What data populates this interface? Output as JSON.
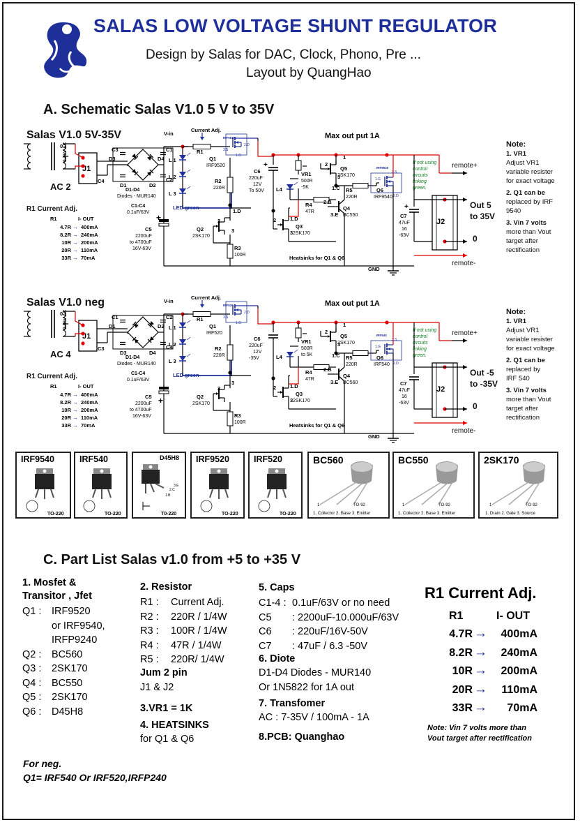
{
  "header": {
    "title": "SALAS LOW VOLTAGE SHUNT REGULATOR",
    "subtitle": "Design by Salas for DAC, Clock, Phono, Pre ...",
    "layout_by": "Layout by QuangHao"
  },
  "section_a": {
    "title": "A. Schematic Salas V1.0 5 V to 35V"
  },
  "schem_pos": {
    "title": "Salas V1.0 5V-35V",
    "vin": "V-in",
    "current_adj": "Current Adj.",
    "max_out": "Max out put 1A",
    "ac": "AC 2",
    "ac_label": "9-35V AC",
    "transformer_tap": "0",
    "j1": "J1",
    "j2": "J2",
    "caps": [
      "C3",
      "C4",
      "C1",
      "C2"
    ],
    "diodes": [
      "D3",
      "D1",
      "D4",
      "D2"
    ],
    "bridge_note": [
      "D1-D4",
      "Diodes - MUR140"
    ],
    "cap_note": [
      "C1-C4",
      "0.1uF/63V"
    ],
    "c5": [
      "C5",
      "2200uF",
      "to 4700uF",
      "16V-63V"
    ],
    "leds": [
      "L 1",
      "L 2",
      "L 3"
    ],
    "led_note": "LED green",
    "r1": "R1",
    "q1": [
      "Q1",
      "IRF9520"
    ],
    "q1_pins": [
      "IRF9520",
      "3.S",
      "2.D",
      "1.G"
    ],
    "r2": [
      "R2",
      "220R"
    ],
    "q2": [
      "Q2",
      "2SK170"
    ],
    "q2_pins": [
      "2",
      "1.D",
      "3"
    ],
    "r3": [
      "R3",
      "100R"
    ],
    "c6": [
      "C6",
      "220uF",
      "12V",
      "To 50V"
    ],
    "vr1": [
      "VR1",
      "500R",
      "-5K"
    ],
    "l4": "L4",
    "q5": [
      "Q5",
      "2SK170"
    ],
    "q5_pins": [
      "1",
      "2",
      "3",
      "1.C"
    ],
    "r5": [
      "R5",
      "220R"
    ],
    "r4": [
      "R4",
      "47R"
    ],
    "q4": [
      "Q4",
      "BC550"
    ],
    "q4_pins": [
      "2.B",
      "3.E"
    ],
    "q3": [
      "Q3",
      "2SK170"
    ],
    "q3_pins": [
      "1.D",
      "2",
      "3"
    ],
    "q6": [
      "Q6",
      "IRF9540"
    ],
    "q6_pins": [
      "IRF9540",
      "3.S",
      "1.G",
      "2.D"
    ],
    "green_note": [
      "If not using",
      "control",
      "circuits",
      "linking",
      "green."
    ],
    "c7": [
      "C7",
      "47uF",
      "16",
      "-63V"
    ],
    "remote_plus": "remote+",
    "remote_minus": "remote-",
    "out": [
      "Out 5",
      "to 35V"
    ],
    "zero": "0",
    "gnd": "GND",
    "heatsinks": "Heatsinks for Q1 & Q6",
    "r1_table_title": "R1 Current Adj.",
    "r1_table_head": [
      "R1",
      "I- OUT"
    ],
    "r1_table": [
      [
        "4.7R",
        "400mA"
      ],
      [
        "8.2R",
        "240mA"
      ],
      [
        "10R",
        "200mA"
      ],
      [
        "20R",
        "110mA"
      ],
      [
        "33R",
        "70mA"
      ]
    ],
    "note": [
      "Note:",
      "1. VR1",
      "Adjust VR1",
      "variable resister",
      "for exact voltage",
      "2. Q1 can be",
      "replaced by IRF",
      "9540",
      "3. Vin 7 volts",
      "more than Vout",
      "target after",
      "rectification"
    ]
  },
  "schem_neg": {
    "title": "Salas V1.0 neg",
    "vin": "V-in",
    "current_adj": "Current Adj.",
    "max_out": "Max out put 1A",
    "ac": "AC 4",
    "ac_label": "9-35V AC",
    "transformer_tap": "0",
    "j1": "J1",
    "j2": "J2",
    "caps": [
      "C1",
      "C3",
      "C2",
      "C4"
    ],
    "diodes": [
      "D1",
      "D3",
      "D2",
      "D4"
    ],
    "bridge_note": [
      "D1-D4",
      "Diodes - MUR140"
    ],
    "cap_note": [
      "C1-C4",
      "0.1uF/63V"
    ],
    "c5": [
      "C5",
      "2200uF",
      "to 4700uF",
      "16V-63V"
    ],
    "leds": [
      "L 1",
      "L 2",
      "L 3"
    ],
    "led_note": "LED green",
    "r1": "R1",
    "q1": [
      "Q1",
      "IRF520"
    ],
    "q1_pins": [
      "IRF520",
      "3.S",
      "2.D",
      "1.G"
    ],
    "r2": [
      "R2",
      "220R"
    ],
    "q2": [
      "Q2",
      "2SK170"
    ],
    "q2_pins": [
      "2",
      "3"
    ],
    "r3": [
      "R3",
      "100R"
    ],
    "c6": [
      "C6",
      "220uF",
      "12V",
      "-35V"
    ],
    "vr1": [
      "VR1",
      "500R",
      "to 5K"
    ],
    "l4": "L4",
    "q5": [
      "Q5",
      "2SK170"
    ],
    "q5_pins": [
      "1",
      "2",
      "3",
      "1.C"
    ],
    "r5": [
      "R5",
      "220R"
    ],
    "r4": [
      "R4",
      "47R"
    ],
    "q4": [
      "Q4",
      "BC560"
    ],
    "q4_pins": [
      "2.B",
      "3.E"
    ],
    "q3": [
      "Q3",
      "2SK170"
    ],
    "q3_pins": [
      "1.D",
      "2",
      "3"
    ],
    "q6": [
      "Q6",
      "IRF540"
    ],
    "q6_pins": [
      "IRF540",
      "3.S",
      "1.G",
      "2.D"
    ],
    "green_note": [
      "If not using",
      "control",
      "circuits",
      "linking",
      "green."
    ],
    "c7": [
      "C7",
      "47uF",
      "16",
      "-63V"
    ],
    "remote_plus": "remote+",
    "remote_minus": "remote-",
    "out": [
      "Out -5",
      "to -35V"
    ],
    "zero": "0",
    "gnd": "GND",
    "heatsinks": "Heatsinks for Q1 & Q6",
    "r1_table_title": "R1 Current Adj.",
    "r1_table_head": [
      "R1",
      "I- OUT"
    ],
    "r1_table": [
      [
        "4.7R",
        "400mA"
      ],
      [
        "8.2R",
        "240mA"
      ],
      [
        "10R",
        "200mA"
      ],
      [
        "20R",
        "110mA"
      ],
      [
        "33R",
        "70mA"
      ]
    ],
    "note": [
      "Note:",
      "1. VR1",
      "Adjust VR1",
      "variable resister",
      "for exact voltage",
      "2. Q1 can be",
      "replaced by",
      "IRF 540",
      "3. Vin 7 volts",
      "more than Vout",
      "target after",
      "rectification"
    ]
  },
  "packages": [
    {
      "name": "IRF9540",
      "case": "TO-220"
    },
    {
      "name": "IRF540",
      "case": "TO-220"
    },
    {
      "name": "D45H8",
      "case": "T0-220",
      "pins": [
        "3.E",
        "2.C",
        "1.B"
      ]
    },
    {
      "name": "IRF9520",
      "case": "TO-220"
    },
    {
      "name": "IRF520",
      "case": "TO-220"
    }
  ],
  "to92": [
    {
      "name": "BC560",
      "case": "TO-92",
      "pins": "1. Collector  2. Base  3. Emitter"
    },
    {
      "name": "BC550",
      "case": "TO-92",
      "pins": "1. Collector  2. Base  3. Emitter"
    },
    {
      "name": "2SK170",
      "case": "TO-92",
      "pins": "1. Drain  2. Gate  3. Source"
    }
  ],
  "part_list": {
    "title": "C. Part List  Salas v1.0 from +5 to +35 V",
    "col1_head": [
      "1. Mosfet &",
      "Transitor , Jfet"
    ],
    "col1": [
      [
        "Q1 :",
        "IRF9520"
      ],
      [
        "",
        "or IRF9540,"
      ],
      [
        "",
        "IRFP9240"
      ],
      [
        "Q2 :",
        "BC560"
      ],
      [
        "Q3 :",
        "2SK170"
      ],
      [
        "Q4 :",
        "BC550"
      ],
      [
        "Q5 :",
        "2SK170"
      ],
      [
        "Q6 :",
        "D45H8"
      ]
    ],
    "col2_head": "2. Resistor",
    "col2": [
      [
        "R1 :",
        "Current Adj."
      ],
      [
        "R2 :",
        "220R / 1/4W"
      ],
      [
        "R3 :",
        "100R / 1/4W"
      ],
      [
        "R4 :",
        "47R / 1/4W"
      ],
      [
        "R5 :",
        "220R/ 1/4W"
      ]
    ],
    "jum_head": "Jum 2 pin",
    "jum": "J1 & J2",
    "vr1": "3.VR1 = 1K",
    "heat_head": "4. HEATSINKS",
    "heat": "for Q1 & Q6",
    "col3_head": "5. Caps",
    "col3": [
      [
        "C1-4 :",
        "0.1uF/63V or no need"
      ],
      [
        "C5",
        ":  2200uF-10.000uF/63V"
      ],
      [
        "C6",
        ":  220uF/16V-50V"
      ],
      [
        "C7",
        ":  47uF / 6.3 -50V"
      ]
    ],
    "diode_head": "6. Diote",
    "diode": [
      "D1-D4 Diodes - MUR140",
      "Or 1N5822 for 1A out"
    ],
    "trans_head": "7. Transfomer",
    "trans": "AC : 7-35V / 100mA - 1A",
    "pcb": "8.PCB: Quanghao",
    "neg_head": "For neg.",
    "neg": "Q1= IRF540 Or IRF520,IRFP240"
  },
  "r1_big": {
    "title": "R1 Current Adj.",
    "head": [
      "R1",
      "I- OUT"
    ],
    "rows": [
      [
        "4.7R",
        "400mA"
      ],
      [
        "8.2R",
        "240mA"
      ],
      [
        "10R",
        "200mA"
      ],
      [
        "20R",
        "110mA"
      ],
      [
        "33R",
        "70mA"
      ]
    ],
    "note": [
      "Note: Vin 7 volts more than",
      "Vout target after rectification"
    ]
  },
  "colors": {
    "title": "#1f2f9a",
    "wire_red": "#e00000",
    "wire_blue": "#1f2f9a",
    "note_green": "#108020"
  }
}
